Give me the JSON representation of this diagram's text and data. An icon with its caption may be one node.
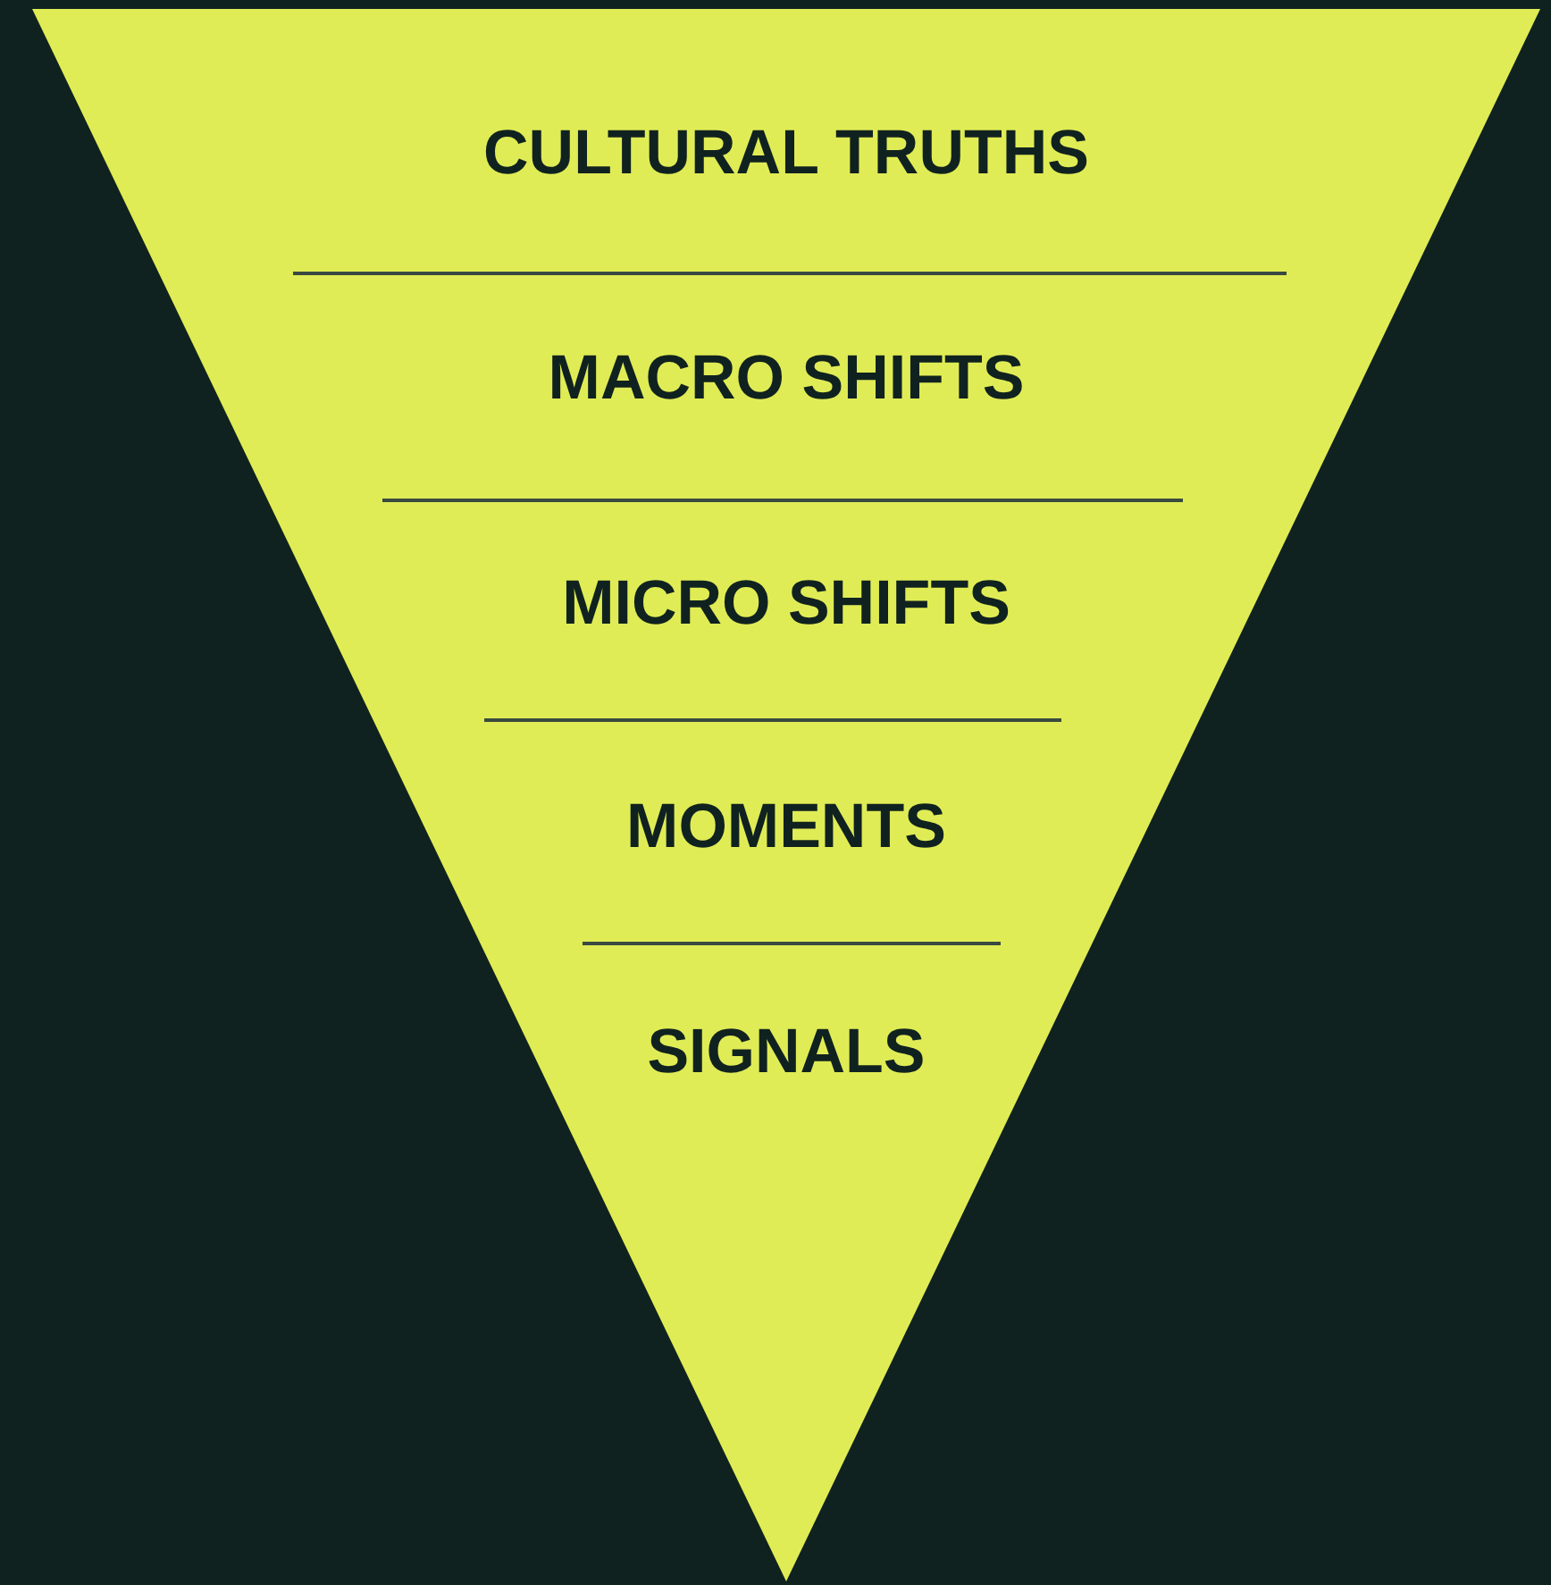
{
  "diagram": {
    "nodes": [
      {
        "text": [],
        "shape": "triangle"
      },
      {
        "text": [
          "CULTURAL TRUTHS"
        ],
        "in": 0
      },
      {
        "text": [
          "MACRO SHIFTS"
        ],
        "in": 0
      },
      {
        "text": [
          "MICRO SHIFTS"
        ],
        "in": 0
      },
      {
        "text": [
          "MOMENTS"
        ],
        "in": 0
      },
      {
        "text": [
          "SIGNALS"
        ],
        "in": 0
      }
    ]
  }
}
